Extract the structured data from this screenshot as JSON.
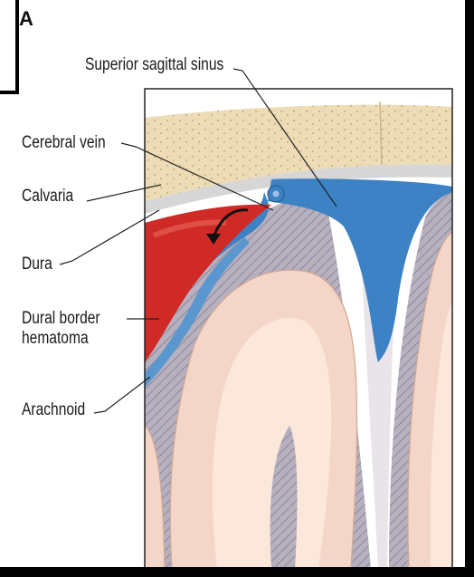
{
  "figure": {
    "panel_letter": "A",
    "labels": {
      "superior_sagittal_sinus": "Superior sagittal sinus",
      "cerebral_vein": "Cerebral vein",
      "calvaria": "Calvaria",
      "dura": "Dura",
      "dural_border_hematoma_line1": "Dural border",
      "dural_border_hematoma_line2": "hematoma",
      "arachnoid": "Arachnoid"
    },
    "colors": {
      "bone": "#eddcb5",
      "bone_speckle": "#c7b186",
      "dura": "#d9d9d9",
      "sinus_blue": "#3d82c4",
      "hematoma_red": "#cf2a26",
      "brain_gray": "#b3adbb",
      "cortex_pink": "#f3d6c8",
      "white_matter": "#fbe8db"
    }
  }
}
